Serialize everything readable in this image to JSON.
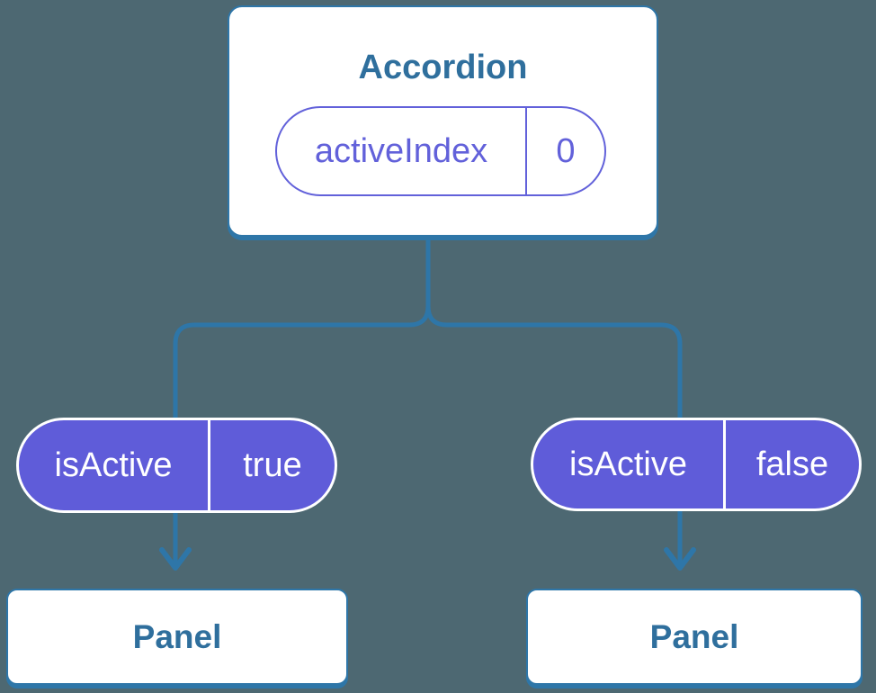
{
  "colors": {
    "background": "#4d6872",
    "connector_blue": "#2e76a8",
    "node_text_blue": "#2f6f9d",
    "prop_pill_purple": "#5f5cd9",
    "state_pill_purple": "#6261da",
    "node_fill": "#ffffff"
  },
  "tree": {
    "root": {
      "title": "Accordion",
      "state": {
        "label": "activeIndex",
        "value": "0"
      }
    },
    "children": [
      {
        "prop": {
          "label": "isActive",
          "value": "true"
        },
        "panel": {
          "title": "Panel"
        }
      },
      {
        "prop": {
          "label": "isActive",
          "value": "false"
        },
        "panel": {
          "title": "Panel"
        }
      }
    ]
  }
}
